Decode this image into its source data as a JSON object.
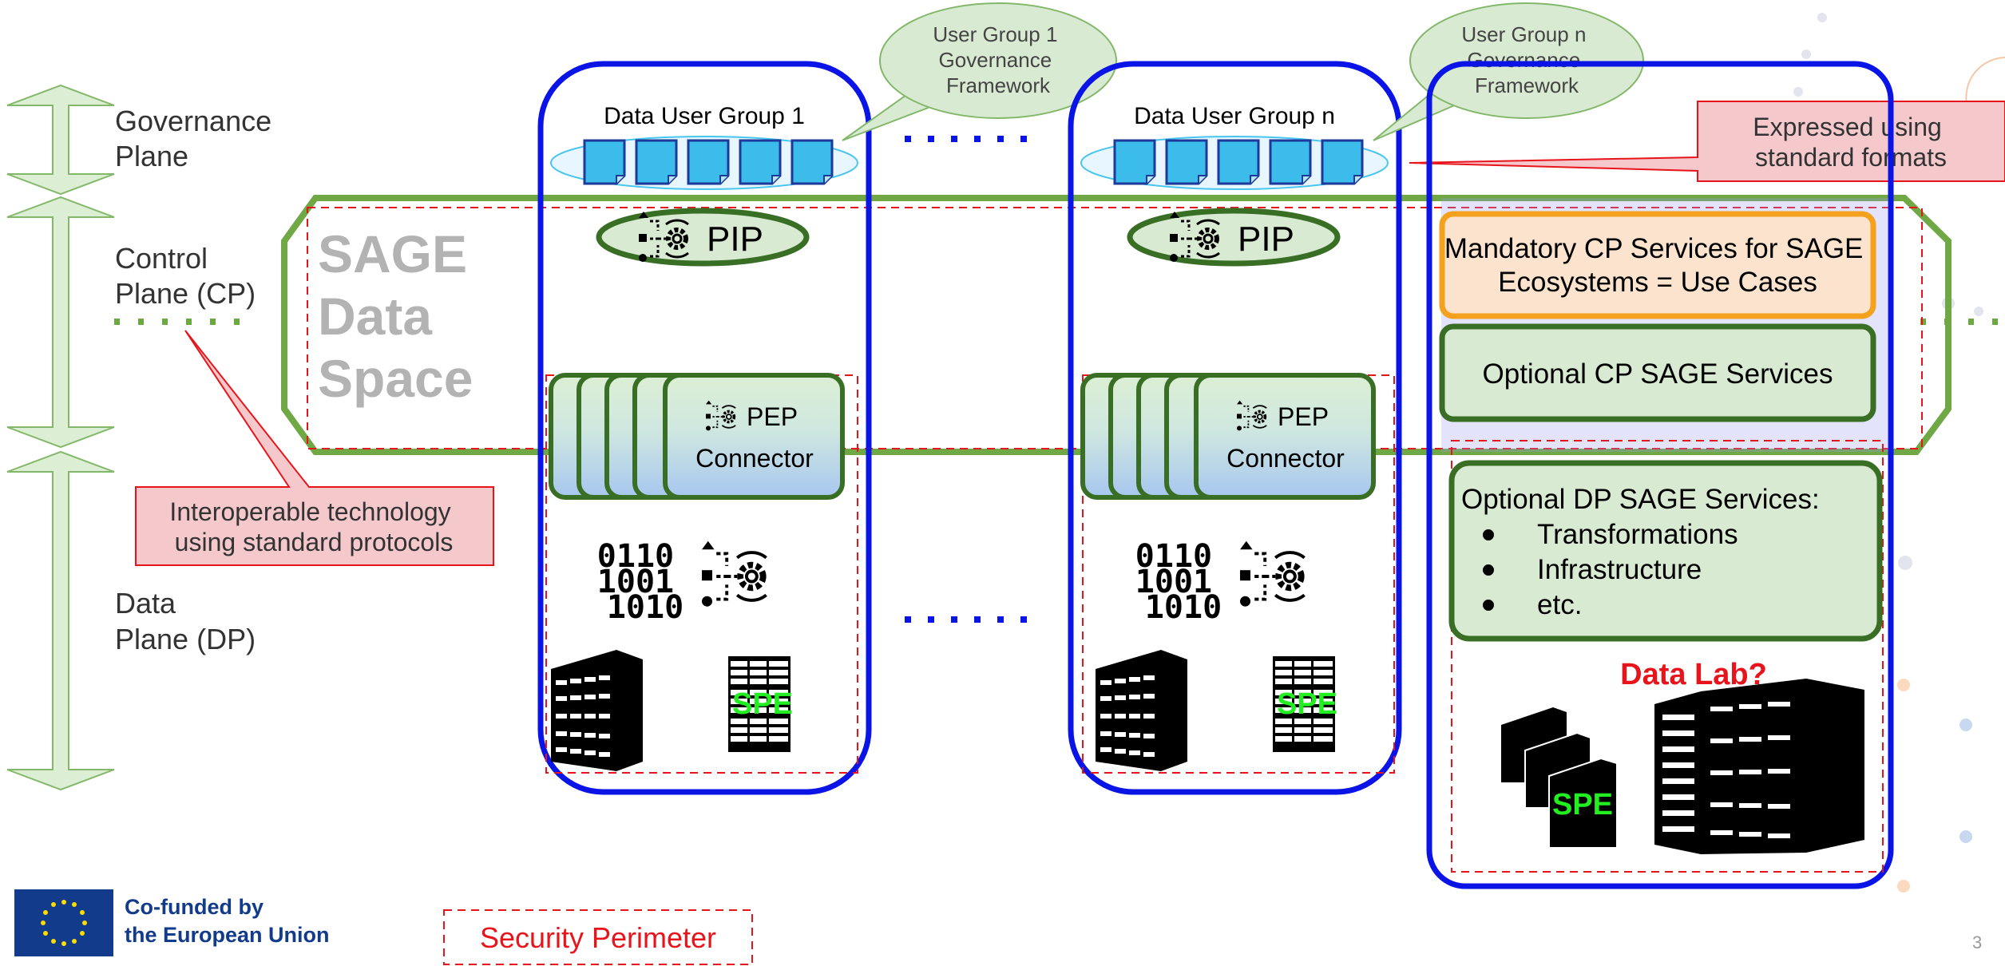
{
  "planes": {
    "governance": [
      "Governance",
      "Plane"
    ],
    "control": [
      "Control",
      "Plane (CP)"
    ],
    "data": [
      "Data",
      "Plane (DP)"
    ]
  },
  "callouts": {
    "interoperable": [
      "Interoperable technology",
      "using standard protocols"
    ],
    "expressed": [
      "Expressed using",
      "standard formats"
    ]
  },
  "sage_title": [
    "SAGE",
    "Data",
    "Space"
  ],
  "groups": [
    {
      "title": "Data User Group 1",
      "bubble": [
        "User Group  1",
        "Governance",
        "Framework"
      ],
      "pip": "PIP",
      "pep": "PEP",
      "connector": "Connector",
      "binary": [
        "0110",
        "1001",
        "1010"
      ],
      "spe": "SPE"
    },
    {
      "title": "Data User Group n",
      "bubble": [
        "User Group  n",
        "Governance",
        "Framework"
      ],
      "pip": "PIP",
      "pep": "PEP",
      "connector": "Connector",
      "binary": [
        "0110",
        "1001",
        "1010"
      ],
      "spe": "SPE"
    }
  ],
  "services": {
    "mandatory": [
      "Mandatory CP Services for SAGE",
      "Ecosystems = Use Cases"
    ],
    "optional_cp": "Optional CP SAGE Services",
    "optional_dp_title": "Optional DP SAGE Services:",
    "optional_dp_items": [
      "Transformations",
      "Infrastructure",
      "etc."
    ]
  },
  "data_lab": "Data Lab?",
  "spe_stack": "SPE",
  "legend": {
    "security_perimeter": "Security Perimeter"
  },
  "funding": [
    "Co-funded by",
    "the European Union"
  ],
  "page_number": "3",
  "colors": {
    "group_border": "#0a14e6",
    "data_space_border": "#70a845",
    "security_perimeter": "#e8141b",
    "callout_fill": "#f5c9cc",
    "bubble_fill": "#d9ead3",
    "service_fill": "#d9ead3",
    "mandatory_fill": "#fbe3cd",
    "mandatory_border": "#f4a11d"
  }
}
